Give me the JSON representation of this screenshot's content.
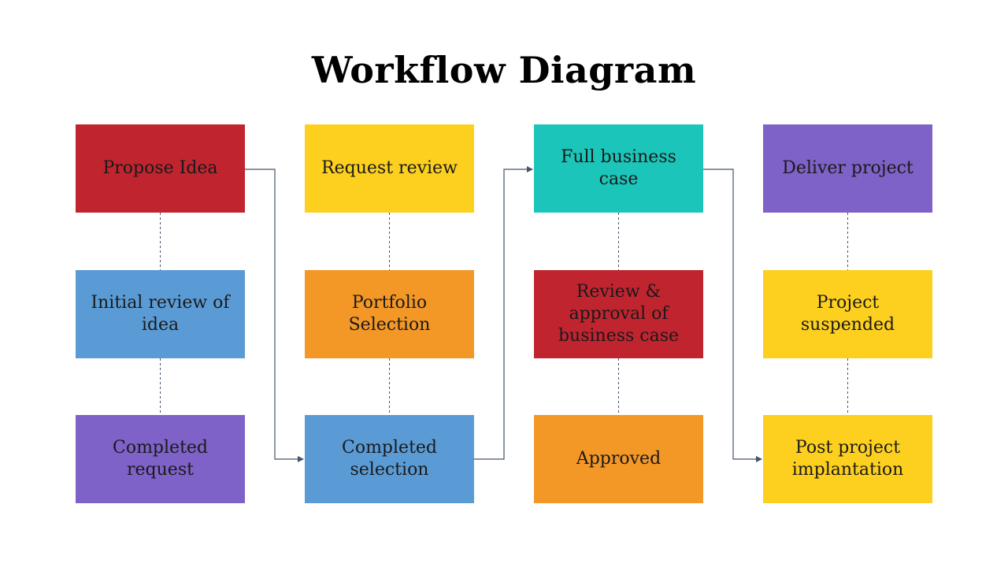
{
  "title": "Workflow Diagram",
  "colors": {
    "red": "#C0242F",
    "yellow": "#FDD01F",
    "teal": "#1CC5B9",
    "purple": "#7E62C7",
    "blue": "#5B9BD5",
    "orange": "#F39727",
    "connector": "#44546A"
  },
  "columns": [
    {
      "boxes": [
        {
          "label": "Propose Idea",
          "color": "#C0242F"
        },
        {
          "label": "Initial review of idea",
          "color": "#5B9BD5"
        },
        {
          "label": "Completed request",
          "color": "#7E62C7"
        }
      ]
    },
    {
      "boxes": [
        {
          "label": "Request review",
          "color": "#FDD01F"
        },
        {
          "label": "Portfolio Selection",
          "color": "#F39727"
        },
        {
          "label": "Completed selection",
          "color": "#5B9BD5"
        }
      ]
    },
    {
      "boxes": [
        {
          "label": "Full business case",
          "color": "#1CC5B9"
        },
        {
          "label": "Review & approval of business case",
          "color": "#C0242F"
        },
        {
          "label": "Approved",
          "color": "#F39727"
        }
      ]
    },
    {
      "boxes": [
        {
          "label": "Deliver project",
          "color": "#7E62C7"
        },
        {
          "label": "Project suspended",
          "color": "#FDD01F"
        },
        {
          "label": "Post project implantation",
          "color": "#FDD01F"
        }
      ]
    }
  ]
}
